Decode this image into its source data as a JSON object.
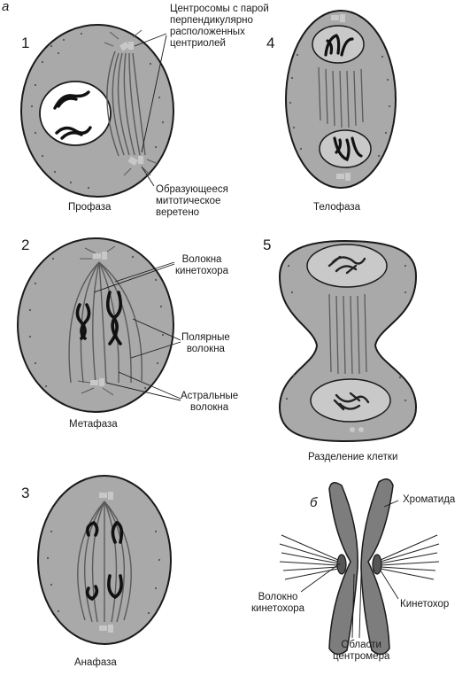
{
  "panel_letters": {
    "a": "а",
    "b": "б"
  },
  "stages": {
    "s1": {
      "number": "1",
      "name": "Профаза"
    },
    "s2": {
      "number": "2",
      "name": "Метафаза"
    },
    "s3": {
      "number": "3",
      "name": "Анафаза"
    },
    "s4": {
      "number": "4",
      "name": "Телофаза"
    },
    "s5": {
      "number": "5",
      "name": "Разделение клетки"
    }
  },
  "labels": {
    "centrosomes": [
      "Центросомы с парой",
      "перпендикулярно",
      "расположенных",
      "центриолей"
    ],
    "forming_spindle": [
      "Образующееся",
      "митотическое",
      "веретено"
    ],
    "kinetochore_fibers": [
      "Волокна",
      "кинетохора"
    ],
    "polar_fibers": [
      "Полярные",
      "волокна"
    ],
    "astral_fibers": [
      "Астральные",
      "волокна"
    ],
    "chromatid": "Хроматида",
    "kinetochore_fiber": [
      "Волокно",
      "кинетохора"
    ],
    "kinetochore": "Кинетохор",
    "centromere_region": [
      "Области",
      "центромера"
    ]
  },
  "colors": {
    "cell_fill": "#a9a9a9",
    "outline": "#1a1a1a",
    "chromosome": "#111111",
    "chromatid_fill": "#7d7d7d",
    "kinetochore_fill": "#555555",
    "centriole": "#c8c8c8",
    "spindle": "#5a5a5a",
    "nucleus_fill": "#ffffff"
  }
}
